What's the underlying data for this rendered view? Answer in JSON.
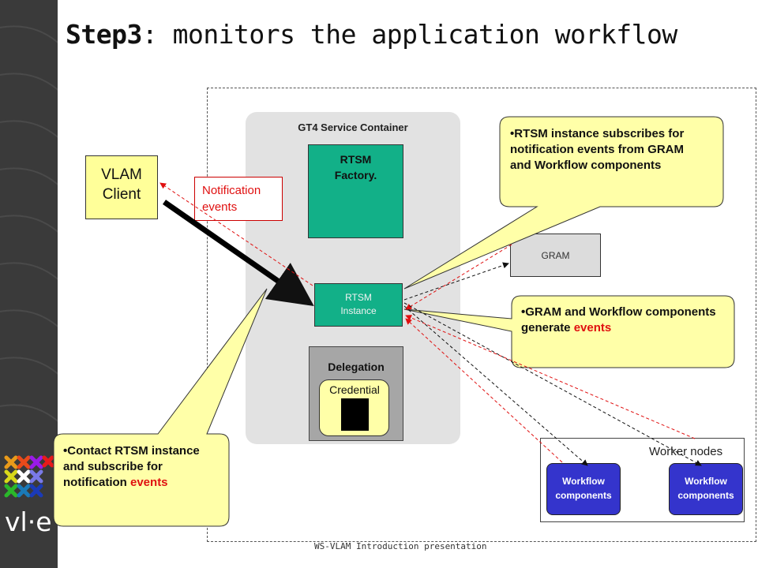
{
  "title": {
    "bold": "Step3",
    "rest": ": monitors the application workflow"
  },
  "container": {
    "label": "GT4 Service Container"
  },
  "rtsm_factory": {
    "line1": "RTSM",
    "line2": "Factory."
  },
  "rtsm_instance": {
    "line1": "RTSM",
    "line2": "Instance"
  },
  "delegation": {
    "label": "Delegation",
    "credential": "Credential"
  },
  "vlam_client": {
    "line1": "VLAM",
    "line2": "Client"
  },
  "notification": {
    "line1": "Notification",
    "line2": "events"
  },
  "gram": {
    "label": "GRAM"
  },
  "worker_nodes": {
    "label": "Worker nodes",
    "workflow1": {
      "line1": "Workflow",
      "line2": "components"
    },
    "workflow2": {
      "line1": "Workflow",
      "line2": "components"
    }
  },
  "callouts": {
    "subscribe": "•RTSM instance subscribes for notification events from GRAM and Workflow components",
    "generate_prefix": "•GRAM and Workflow components generate",
    "generate_red": "events",
    "contact_prefix": "•Contact RTSM instance and subscribe for notification",
    "contact_red": "events"
  },
  "footer": "WS-VLAM Introduction presentation",
  "logo": "vl·e",
  "colors": {
    "rtsm_green": "#12b088",
    "workflow_blue": "#3434cc",
    "callout_yellow": "#ffffa8",
    "event_red": "#e01010",
    "sidebar": "#3a3a3a"
  }
}
